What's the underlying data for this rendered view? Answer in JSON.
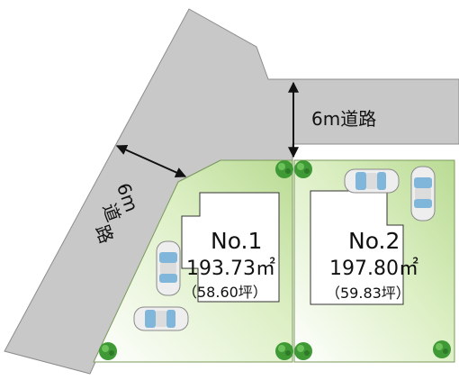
{
  "roads": {
    "top_label": "6m道路",
    "left_label_chars": [
      "6m",
      "道",
      "路"
    ]
  },
  "lots": [
    {
      "number": "No.1",
      "area": "193.73㎡",
      "tsubo": "（58.60坪）"
    },
    {
      "number": "No.2",
      "area": "197.80㎡",
      "tsubo": "（59.83坪）"
    }
  ],
  "colors": {
    "road": "#c8c8c8",
    "road_edge": "#8c8c8c",
    "lot_green": "#c2e0a0",
    "building_outline": "#333333",
    "tree": "#3f9a36",
    "car_body": "#eeeeee",
    "car_window": "#7fb6d9"
  },
  "icons": [
    "tree-icon",
    "car-icon",
    "dimension-arrow-icon"
  ]
}
